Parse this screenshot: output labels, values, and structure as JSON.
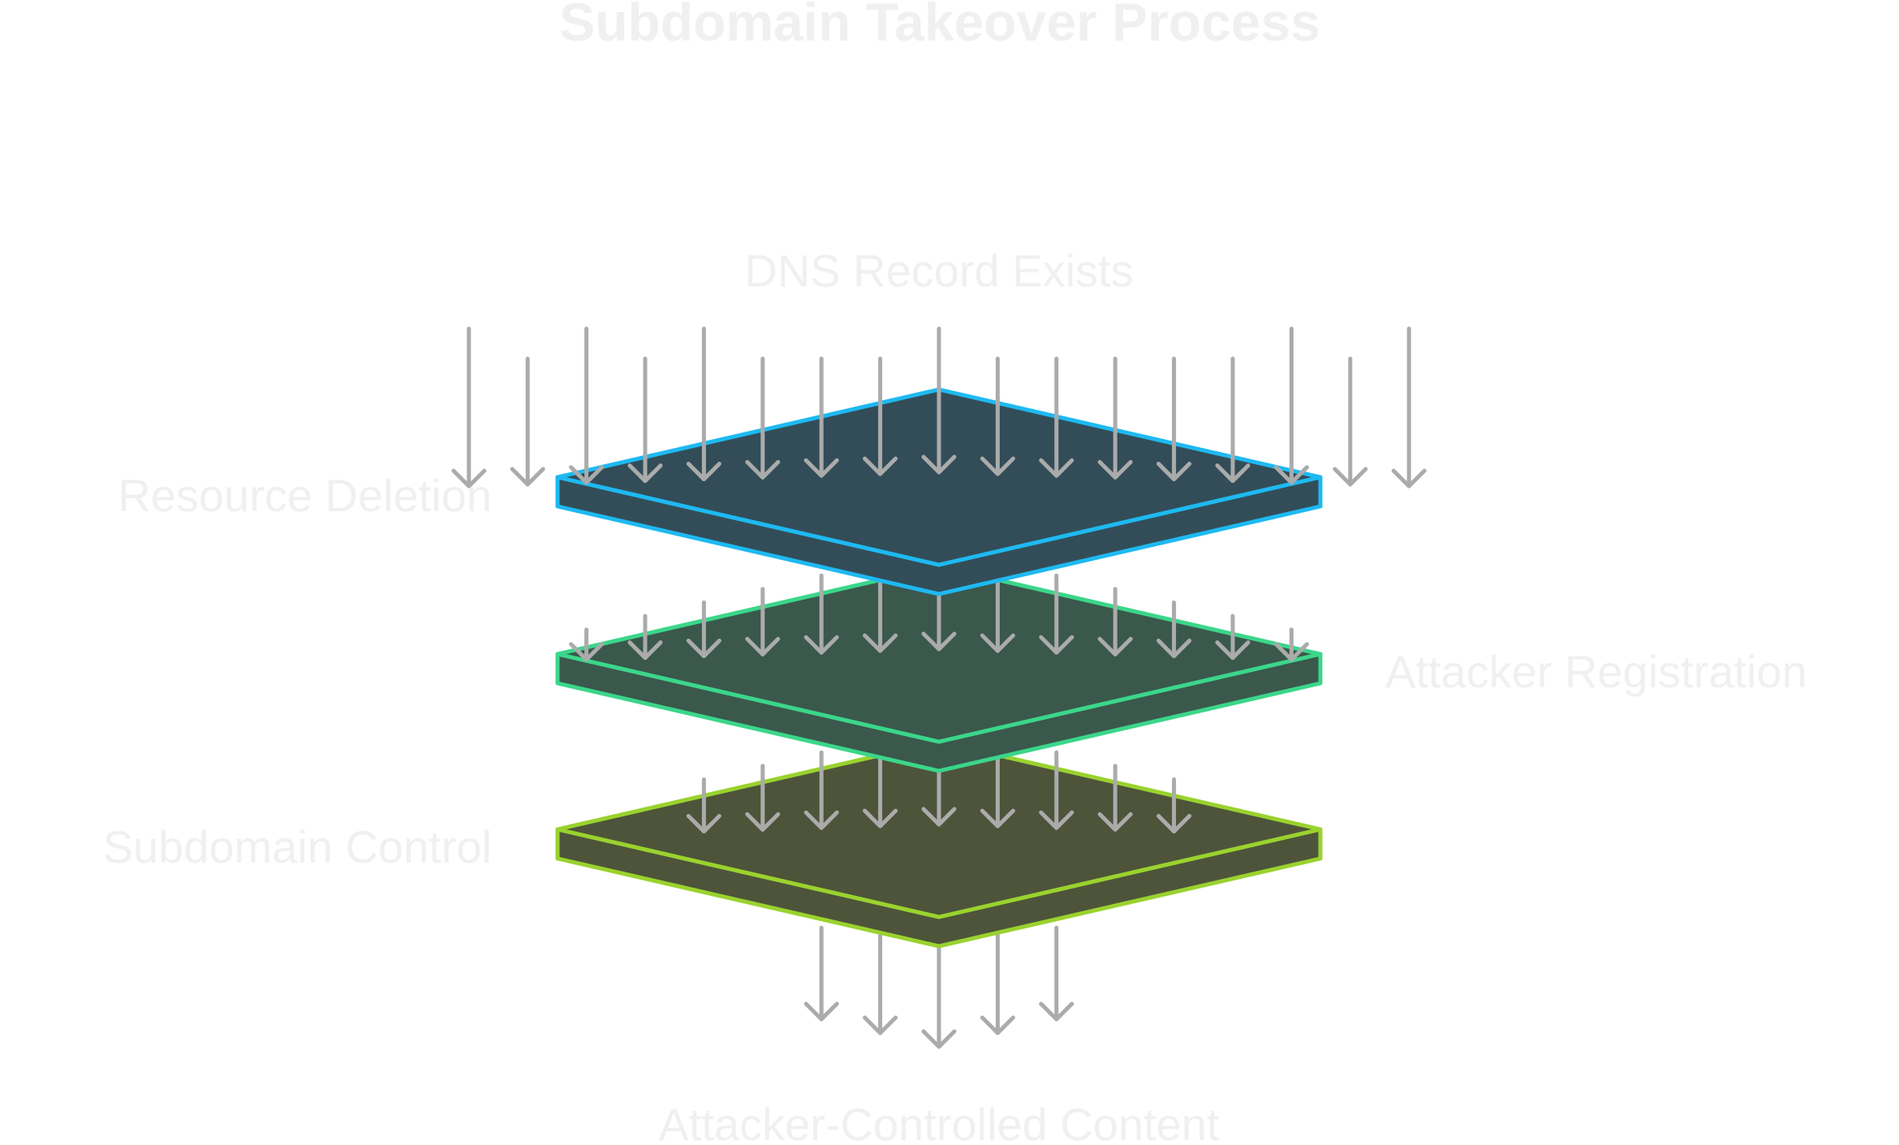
{
  "title": "Subdomain Takeover Process",
  "labels": {
    "top": "DNS Record Exists",
    "left_1": "Resource Deletion",
    "right_2": "Attacker Registration",
    "left_3": "Subdomain Control",
    "bottom": "Attacker-Controlled Content"
  },
  "layers": [
    {
      "name": "layer-dns-record",
      "fill": "#324D58",
      "stroke": "#1EB9F1"
    },
    {
      "name": "layer-attacker-registration",
      "fill": "#3A584C",
      "stroke": "#3BD68A"
    },
    {
      "name": "layer-subdomain-control",
      "fill": "#4D543A",
      "stroke": "#9AD22E"
    }
  ],
  "colors": {
    "text": "#F0F0F0",
    "arrow": "#ABABAB"
  },
  "icons": {
    "flow_arrows": "arrow-down-icon"
  }
}
